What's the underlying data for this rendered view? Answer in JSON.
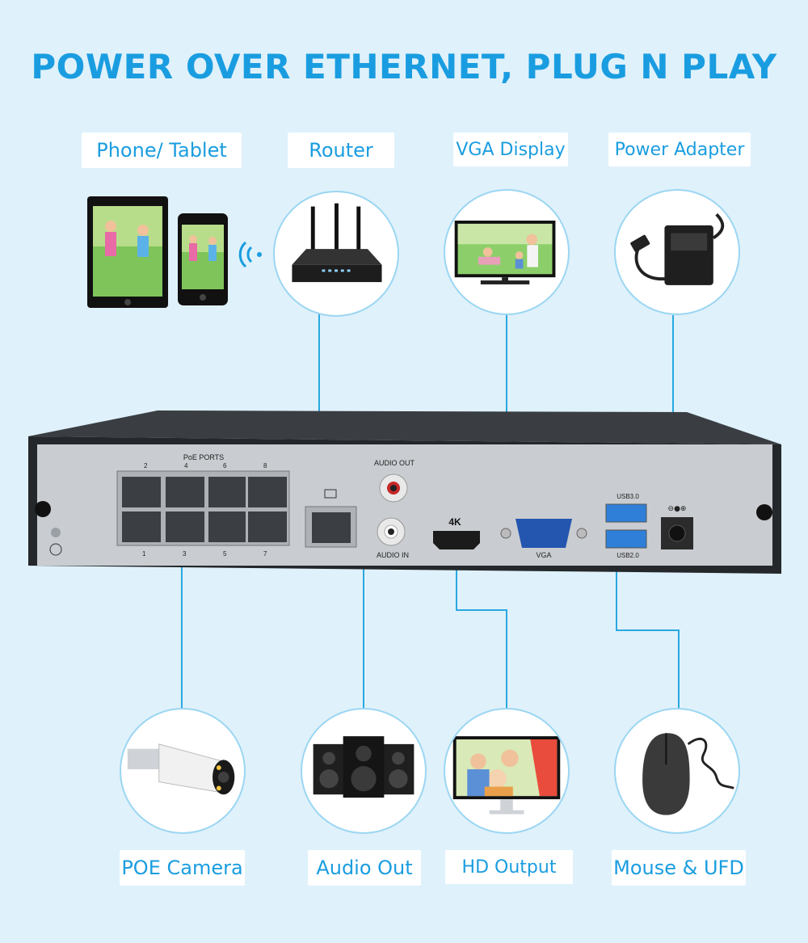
{
  "headline": "POWER OVER ETHERNET, PLUG N PLAY",
  "top_labels": {
    "phone_tablet": "Phone/ Tablet",
    "router": "Router",
    "vga_display": "VGA Display",
    "power_adapter": "Power Adapter"
  },
  "bottom_labels": {
    "poe_camera": "POE Camera",
    "audio_out": "Audio Out",
    "hd_output": "HD Output",
    "mouse_ufd": "Mouse & UFD"
  },
  "nvr_panel": {
    "poe_ports": "PoE PORTS",
    "port_top_numbers": [
      "2",
      "4",
      "6",
      "8"
    ],
    "port_bottom_numbers": [
      "1",
      "3",
      "5",
      "7"
    ],
    "audio_out": "AUDIO OUT",
    "audio_in": "AUDIO IN",
    "hdmi_4k": "4K",
    "vga": "VGA",
    "usb3": "USB3.0",
    "usb2": "USB2.0",
    "power_symbol": "⊖●⊕"
  },
  "colors": {
    "accent": "#1a9de0",
    "background": "#dff1fb",
    "connector_line": "#29a8e0",
    "nvr_body": "#2b2f33",
    "nvr_panel": "#c9ccd0"
  }
}
